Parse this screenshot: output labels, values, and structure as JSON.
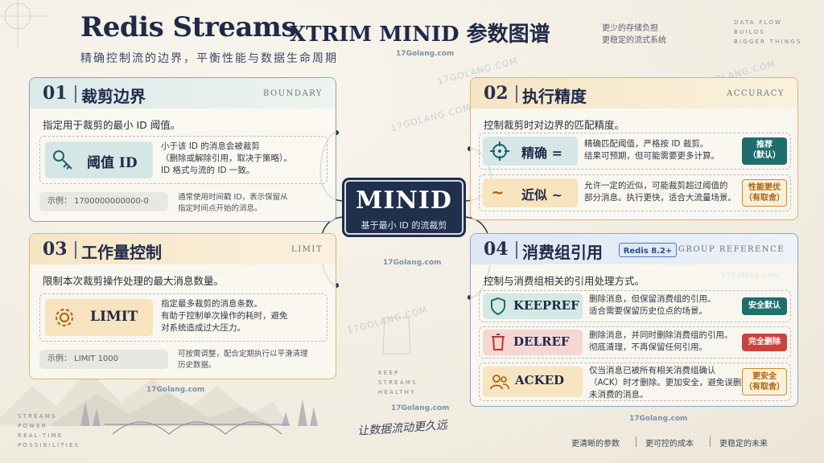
{
  "header": {
    "title": "Redis Streams",
    "subtitle": "XTRIM MINID 参数图谱",
    "tagline": "精确控制流的边界，平衡性能与数据生命周期",
    "side_notes": [
      "更少的存储负担",
      "更稳定的流式系统"
    ],
    "flow_labels": [
      "DATA FLOW",
      "BUILDS",
      "BIGGER THINGS"
    ]
  },
  "center": {
    "title": "MINID",
    "subtitle": "基于最小 ID 的流裁剪"
  },
  "cards": {
    "boundary": {
      "number": "01",
      "title": "裁剪边界",
      "en": "BOUNDARY",
      "desc": "指定用于裁剪的最小 ID 阈值。",
      "keyword": "阈值 ID",
      "detail": [
        "小于该 ID 的消息会被裁剪",
        "（删除或解除引用，取决于策略）。",
        "ID 格式与流的 ID 一致。"
      ],
      "example": "示例：   1700000000000-0",
      "example_note": [
        "通常使用时间戳 ID，表示保留从",
        "指定时间点开始的消息。"
      ]
    },
    "accuracy": {
      "number": "02",
      "title": "执行精度",
      "en": "ACCURACY",
      "desc": "控制裁剪时对边界的匹配精度。",
      "rows": [
        {
          "keyword": "精确  =",
          "detail": [
            "精确匹配阈值，严格按 ID 裁剪。",
            "结果可预期，但可能需要更多计算。"
          ],
          "badge": [
            "推荐",
            "（默认）"
          ]
        },
        {
          "keyword": "近似  ~",
          "detail": [
            "允许一定的近似，可能裁剪超过阈值的",
            "部分消息。执行更快，适合大流量场景。"
          ],
          "badge": [
            "性能更优",
            "（有取舍）"
          ]
        }
      ]
    },
    "limit": {
      "number": "03",
      "title": "工作量控制",
      "en": "LIMIT",
      "desc": "限制本次裁剪操作处理的最大消息数量。",
      "keyword": "LIMIT",
      "detail": [
        "指定最多裁剪的消息条数。",
        "有助于控制单次操作的耗时，避免",
        "对系统造成过大压力。"
      ],
      "example": "示例：   LIMIT 1000",
      "example_note": [
        "可按需调整，配合定期执行以平滑清理",
        "历史数据。"
      ]
    },
    "group": {
      "number": "04",
      "title": "消费组引用",
      "en": "GROUP REFERENCE",
      "redis_badge": "Redis 8.2+",
      "desc": "控制与消费组相关的引用处理方式。",
      "rows": [
        {
          "keyword": "KEEPREF",
          "detail": [
            "删除消息，但保留消费组的引用。",
            "适合需要保留历史位点的场景。"
          ],
          "badge": [
            "安全默认"
          ]
        },
        {
          "keyword": "DELREF",
          "detail": [
            "删除消息，并同时删除消费组的引用。",
            "彻底清理，不再保留任何引用。"
          ],
          "badge": [
            "完全删除"
          ]
        },
        {
          "keyword": "ACKED",
          "detail": [
            "仅当消息已被所有相关消费组确认",
            "（ACK）时才删除。更加安全，避免误删",
            "未消费的消息。"
          ],
          "badge": [
            "更安全",
            "（有取舍）"
          ]
        }
      ]
    }
  },
  "decor": {
    "keep_label": [
      "KEEP",
      "STREAMS",
      "HEALTHY"
    ],
    "streams_label": [
      "STREAMS",
      "POWER",
      "REAL-TIME",
      "POSSIBILITIES"
    ],
    "script": "让数据流动更久远",
    "watermark": "17Golang.com",
    "watermark_diag": "17GOLANG.COM"
  },
  "footer": [
    "更清晰的参数",
    "更可控的成本",
    "更稳定的未来"
  ],
  "colors": {
    "navy": "#1f2f4c",
    "teal": "#1f6e6e",
    "red": "#c9433c",
    "orange": "#d58a22"
  }
}
